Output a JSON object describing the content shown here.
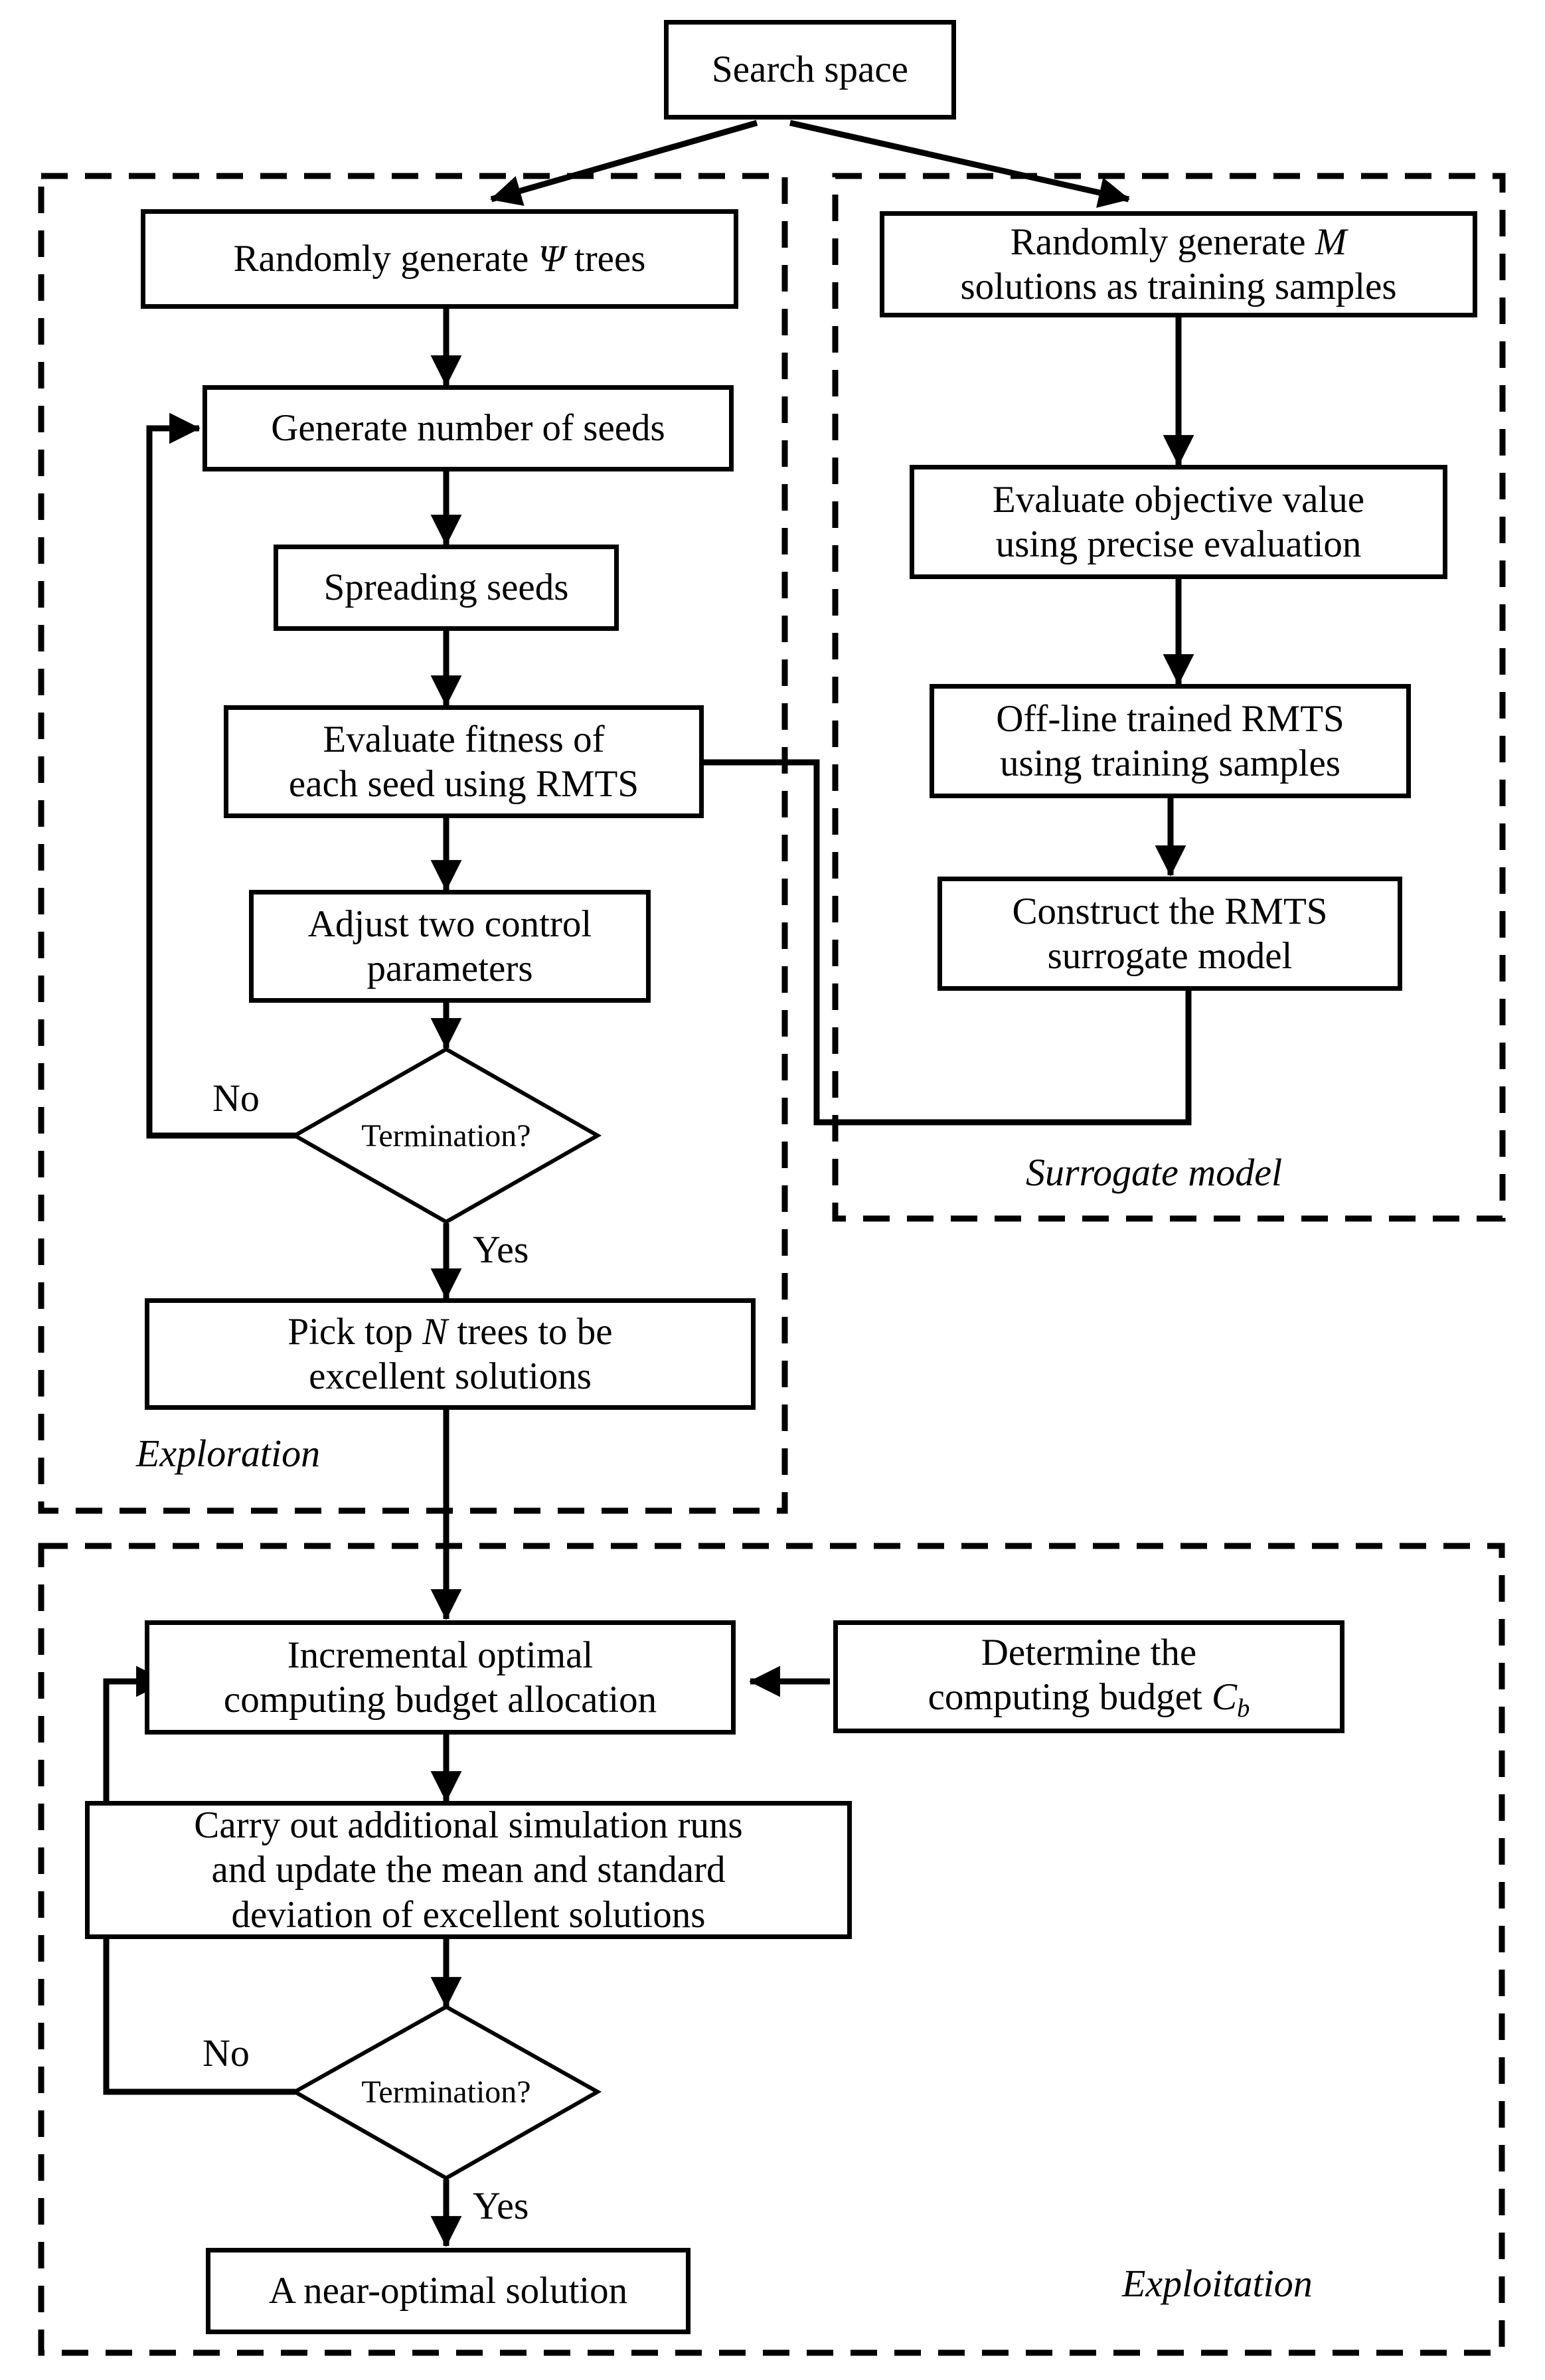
{
  "diagram": {
    "title_node": {
      "label": "Search space"
    },
    "groups": [
      {
        "id": "exploration",
        "label": "Exploration"
      },
      {
        "id": "surrogate",
        "label": "Surrogate model"
      },
      {
        "id": "exploitation",
        "label": "Exploitation"
      }
    ],
    "nodes": [
      {
        "id": "search-space",
        "shape": "box",
        "label": "Search space"
      },
      {
        "id": "random-trees",
        "shape": "box",
        "label_pre": "Randomly generate  ",
        "label_sym": "Ψ",
        "label_post": " trees"
      },
      {
        "id": "generate-seeds",
        "shape": "box",
        "label": "Generate number of seeds"
      },
      {
        "id": "spreading-seeds",
        "shape": "box",
        "label": "Spreading seeds"
      },
      {
        "id": "evaluate-fitness",
        "shape": "box",
        "line1": "Evaluate fitness of",
        "line2": "each seed using RMTS"
      },
      {
        "id": "adjust-params",
        "shape": "box",
        "line1": "Adjust two control",
        "line2": "parameters"
      },
      {
        "id": "termination-1",
        "shape": "diamond",
        "label": "Termination?"
      },
      {
        "id": "pick-top-n",
        "shape": "box",
        "line1_pre": "Pick top ",
        "line1_sym": "N",
        "line1_post": "  trees to be",
        "line2": "excellent solutions"
      },
      {
        "id": "random-m-solutions",
        "shape": "box",
        "line1_pre": "Randomly generate ",
        "line1_sym": "M",
        "line2": "solutions as training samples"
      },
      {
        "id": "evaluate-objective",
        "shape": "box",
        "line1": "Evaluate objective value",
        "line2": "using precise evaluation"
      },
      {
        "id": "offline-rmts",
        "shape": "box",
        "line1": "Off-line trained RMTS",
        "line2": "using training samples"
      },
      {
        "id": "construct-rmts",
        "shape": "box",
        "line1": "Construct the RMTS",
        "line2": "surrogate model"
      },
      {
        "id": "iocba",
        "shape": "box",
        "line1": "Incremental optimal",
        "line2": "computing budget allocation"
      },
      {
        "id": "determine-budget",
        "shape": "box",
        "line1": "Determine the",
        "line2_pre": "computing budget ",
        "line2_sym": "C",
        "line2_subscript": "b"
      },
      {
        "id": "carry-out-runs",
        "shape": "box",
        "line1": "Carry out additional simulation runs",
        "line2": "and update the mean and standard",
        "line3": "deviation of excellent solutions"
      },
      {
        "id": "termination-2",
        "shape": "diamond",
        "label": "Termination?"
      },
      {
        "id": "near-optimal",
        "shape": "box",
        "label": "A near-optimal solution"
      }
    ],
    "edge_labels": {
      "termination1_no": "No",
      "termination1_yes": "Yes",
      "termination2_no": "No",
      "termination2_yes": "Yes"
    },
    "colors": {
      "stroke": "#000000",
      "fill": "#ffffff"
    }
  }
}
